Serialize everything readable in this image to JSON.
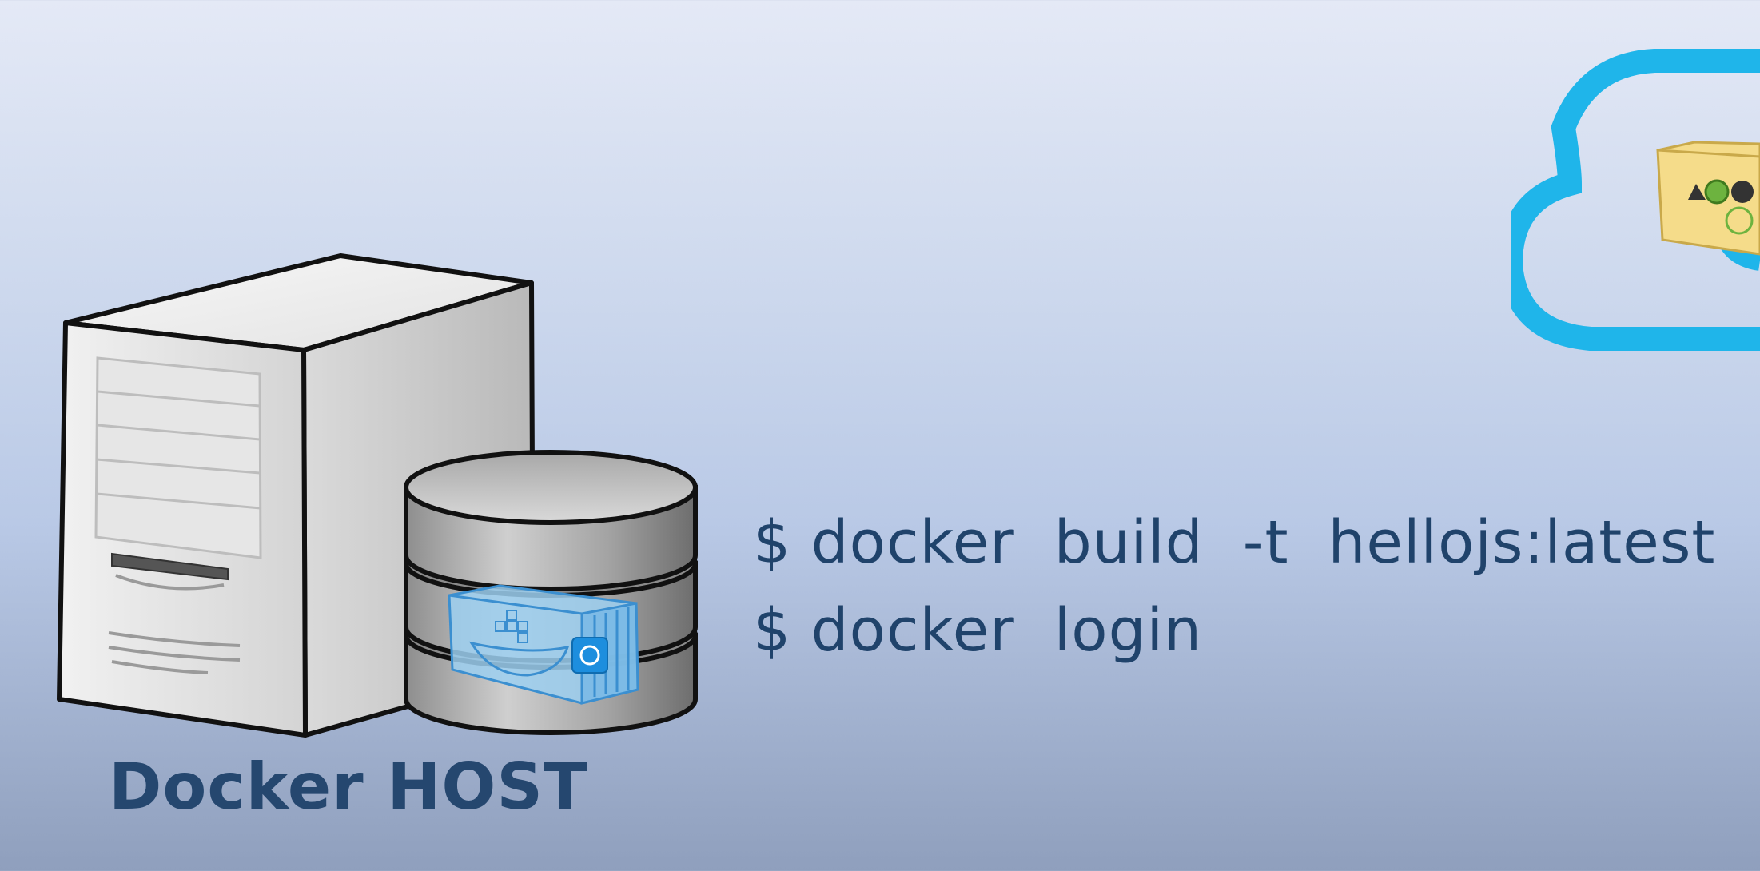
{
  "host": {
    "label": "Docker HOST"
  },
  "commands": [
    "$ docker  build  -t  hellojs:latest  .",
    "$ docker  login"
  ],
  "icons": {
    "server": "server-tower-icon",
    "database": "database-stack-icon",
    "container": "docker-container-icon",
    "cloud": "cloud-registry-icon",
    "nodejs": "nodejs-image-icon"
  },
  "colors": {
    "text": "#20436b",
    "cloud": "#1fb5ea",
    "container": "#6fb8e8",
    "image_box": "#f5dc8a"
  }
}
